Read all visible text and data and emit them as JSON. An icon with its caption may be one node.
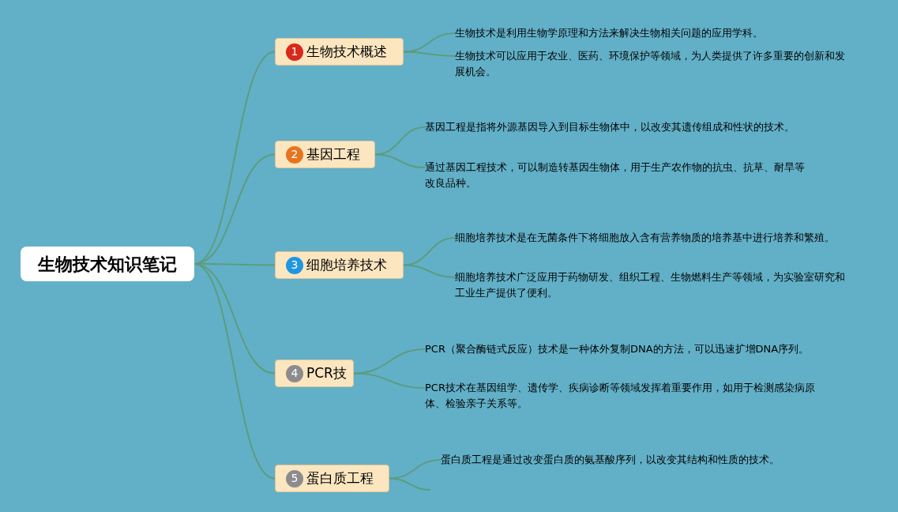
{
  "diagram": {
    "nodes": [
      {
        "text": [
          "生物技术知识笔记"
        ]
      },
      {
        "text": [
          "1",
          "生物技术概述"
        ]
      },
      {
        "text": [
          "2",
          "基因工程"
        ]
      },
      {
        "text": [
          "3",
          "细胞培养技术"
        ]
      },
      {
        "text": [
          "4",
          "PCR技"
        ]
      },
      {
        "text": [
          "5",
          "蛋白质工程"
        ]
      },
      {
        "text": [
          "生物技术是利用生物学原理和方法来解决生物相关问题的应用学科。"
        ]
      },
      {
        "text": [
          "生物技术可以应用于农业、医药、环境保护等领域，为人类提供了许多重要的创新和发展机会。"
        ]
      },
      {
        "text": [
          "基因工程是指将外源基因导入到目标生物体中，以改变其遗传组成和性状的技术。"
        ]
      },
      {
        "text": [
          "通过基因工程技术，可以制造转基因生物体，用于生产农作物的抗虫、抗草、耐旱等改良品种。"
        ]
      },
      {
        "text": [
          "细胞培养技术是在无菌条件下将细胞放入含有营养物质的培养基中进行培养和繁殖。"
        ]
      },
      {
        "text": [
          "细胞培养技术广泛应用于药物研发、组织工程、生物燃料生产等领域，为实验室研究和工业生产提供了便利。"
        ]
      },
      {
        "text": [
          "PCR（聚合酶链式反应）技术是一种体外复制DNA的方法，可以迅速扩增DNA序列。"
        ]
      },
      {
        "text": [
          "PCR技术在基因组学、遗传学、疾病诊断等领域发挥着重要作用，如用于检测感染病原体、检验亲子关系等。"
        ]
      },
      {
        "text": [
          "蛋白质工程是通过改变蛋白质的氨基酸序列，以改变其结构和性质的技术。"
        ]
      }
    ],
    "edges": [
      {
        "from": 0,
        "to": 1,
        "arrow": "none"
      },
      {
        "from": 0,
        "to": 2,
        "arrow": "none"
      },
      {
        "from": 0,
        "to": 3,
        "arrow": "none"
      },
      {
        "from": 0,
        "to": 4,
        "arrow": "none"
      },
      {
        "from": 0,
        "to": 5,
        "arrow": "none"
      },
      {
        "from": 1,
        "to": 6,
        "arrow": "none"
      },
      {
        "from": 1,
        "to": 7,
        "arrow": "none"
      },
      {
        "from": 2,
        "to": 8,
        "arrow": "none"
      },
      {
        "from": 2,
        "to": 9,
        "arrow": "none"
      },
      {
        "from": 3,
        "to": 10,
        "arrow": "none"
      },
      {
        "from": 3,
        "to": 11,
        "arrow": "none"
      },
      {
        "from": 4,
        "to": 12,
        "arrow": "none"
      },
      {
        "from": 4,
        "to": 13,
        "arrow": "none"
      },
      {
        "from": 5,
        "to": 14,
        "arrow": "none"
      },
      {
        "from": 5,
        "to": null,
        "arrow": "none"
      }
    ]
  }
}
